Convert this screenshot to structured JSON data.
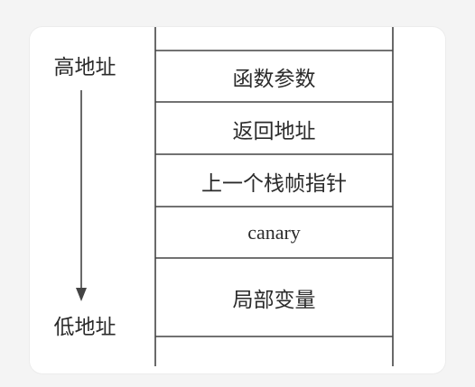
{
  "labels": {
    "high_address": "高地址",
    "low_address": "低地址"
  },
  "stack_cells": [
    {
      "label": "函数参数"
    },
    {
      "label": "返回地址"
    },
    {
      "label": "上一个栈帧指针"
    },
    {
      "label": "canary"
    },
    {
      "label": "局部变量"
    }
  ],
  "colors": {
    "background": "#f4f4f4",
    "card": "#ffffff",
    "line": "#444444",
    "text": "#2b2b2b"
  }
}
